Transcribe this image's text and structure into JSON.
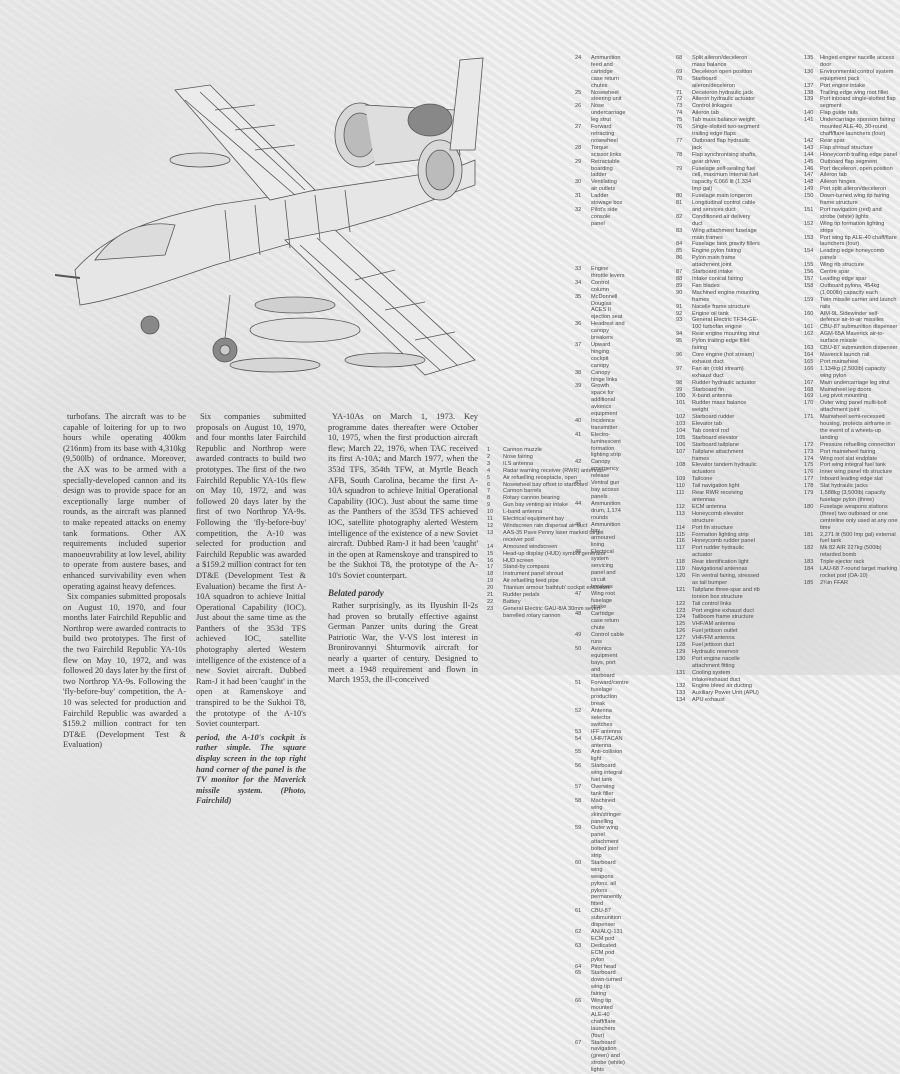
{
  "illustration": {
    "subject": "A-10 Thunderbolt II cutaway drawing",
    "label": "aircraft-cutaway"
  },
  "article": {
    "col1": [
      "turbofans. The aircraft was to be capable of loitering for up to two hours while operating 400km (216nm) from its base with 4,310kg (9,500lb) of ordnance. Moreover, the AX was to be armed with a specially-developed cannon and its design was to provide space for an exceptionally large number of rounds, as the aircraft was planned to make repeated attacks on enemy tank formations. Other AX requirements included superior manoeuvrability at low level, ability to operate from austere bases, and enhanced survivability even when operating against heavy defences.",
      "Six companies submitted proposals on August 10, 1970, and four months later Fairchild Republic and Northrop were awarded contracts to build two prototypes. The first of the two Fairchild Republic YA-10s flew on May 10, 1972, and was followed 20 days later by the first of two Northrop YA-9s. Following the 'fly-before-buy' competition, the A-10 was selected for production and Fairchild Republic was awarded a $159.2 million contract for ten DT&E (Development Test & Evaluation)"
    ],
    "col2": [
      "Six companies submitted proposals on August 10, 1970, and four months later Fairchild Republic and Northrop were awarded contracts to build two prototypes. The first of the two Fairchild Republic YA-10s flew on May 10, 1972, and was followed 20 days later by the first of two Northrop YA-9s. Following the 'fly-before-buy' competition, the A-10 was selected for production and Fairchild Republic was awarded a $159.2 million contract for ten DT&E (Development Test & Evaluation) became the first A-10A squadron to achieve Initial Operational Capability (IOC). Just about the same time as the Panthers of the 353d TFS achieved IOC, satellite photography alerted Western intelligence of the existence of a new Soviet aircraft. Dubbed Ram-J it had been 'caught' in the open at Ramenskoye and transpired to be the Sukhoi T8, the prototype of the A-10's Soviet counterpart."
    ],
    "caption": "period, the A-10's cockpit is rather simple. The square display screen in the top right hand corner of the panel is the TV monitor for the Maverick missile system. (Photo, Fairchild)",
    "col3": [
      "YA-10As on March 1, 1973. Key programme dates thereafter were October 10, 1975, when the first production aircraft flew; March 22, 1976, when TAC received its first A-10A; and March 1977, when the 353d TFS, 354th TFW, at Myrtle Beach AFB, South Carolina, became the first A-10A squadron to achieve Initial Operational Capability (IOC). Just about the same time as the Panthers of the 353d TFS achieved IOC, satellite photography alerted Western intelligence of the existence of a new Soviet aircraft. Dubbed Ram-J it had been 'caught' in the open at Ramenskoye and transpired to be the Sukhoi T8, the prototype of the A-10's Soviet counterpart."
    ],
    "subhead": "Belated parody",
    "col3b": "Rather surprisingly, as its Ilyushin Il-2s had proven so brutally effective against German Panzer units during the Great Patriotic War, the V-VS lost interest in Bronirovannyi Shturmovik aircraft for nearly a quarter of century. Designed to meet a 1948 requirement and flown in March 1953, the ill-conceived"
  },
  "legend": {
    "col1": [
      [
        "1",
        "Cannon muzzle"
      ],
      [
        "2",
        "Nose fairing"
      ],
      [
        "3",
        "ILS antenna"
      ],
      [
        "4",
        "Radar warning receiver (RWR) antennas"
      ],
      [
        "5",
        "Air refuelling receptacle, open"
      ],
      [
        "6",
        "Nosewheel bay offset to starboard"
      ],
      [
        "7",
        "Cannon barrels"
      ],
      [
        "8",
        "Rotary cannon bearing"
      ],
      [
        "9",
        "Gun bay venting air intake"
      ],
      [
        "10",
        "L-band antenna"
      ],
      [
        "11",
        "Electrical equipment bay"
      ],
      [
        "12",
        "Windscreen rain dispersal air duct"
      ],
      [
        "13",
        "AAS-35 Pave Penny laser marked target receiver pod"
      ],
      [
        "14",
        "Armoured windscreen"
      ],
      [
        "15",
        "Head-up display (HUD) symbol generator"
      ],
      [
        "16",
        "HUD screen"
      ],
      [
        "17",
        "Stand-by compass"
      ],
      [
        "18",
        "Instrument panel shroud"
      ],
      [
        "19",
        "Air refuelling feed pipe"
      ],
      [
        "20",
        "Titanium armour 'bathtub' cockpit enclosure"
      ],
      [
        "21",
        "Rudder pedals"
      ],
      [
        "22",
        "Battery"
      ],
      [
        "23",
        "General Electric GAU-8/A 30mm seven-barrelled rotary cannon"
      ]
    ],
    "col2": [
      [
        "24",
        "Ammunition feed and cartridge case return chutes"
      ],
      [
        "25",
        "Nosewheel steering unit"
      ],
      [
        "26",
        "Nose undercarriage leg strut"
      ],
      [
        "27",
        "Forward retracting nosewheel"
      ],
      [
        "28",
        "Torque scissor links"
      ],
      [
        "29",
        "Retractable boarding ladder"
      ],
      [
        "30",
        "Ventilating air outlets"
      ],
      [
        "31",
        "Ladder stowage box"
      ],
      [
        "32",
        "Pilot's side console panel"
      ]
    ],
    "col2b": [
      [
        "33",
        "Engine throttle levers"
      ],
      [
        "34",
        "Control column"
      ],
      [
        "35",
        "McDonnell Douglas ACES II ejection seat"
      ],
      [
        "36",
        "Headrest and canopy breakers"
      ],
      [
        "37",
        "Upward hinging cockpit canopy"
      ],
      [
        "38",
        "Canopy hinge links"
      ],
      [
        "39",
        "Growth space for additional avionics equipment"
      ],
      [
        "40",
        "Incidence transmitter"
      ],
      [
        "41",
        "Electro-luminescent formation lighting strip"
      ],
      [
        "42",
        "Canopy emergency release"
      ],
      [
        "43",
        "Ventral gun bay access panels"
      ],
      [
        "44",
        "Ammunition drum, 1,174 rounds"
      ],
      [
        "45",
        "Ammunition bay armoured lining"
      ],
      [
        "46",
        "Electrical system servicing panel and circuit breakers"
      ],
      [
        "47",
        "Wing root fuselage strake"
      ],
      [
        "48",
        "Cartridge case return chute"
      ],
      [
        "49",
        "Control cable runs"
      ],
      [
        "50",
        "Avionics equipment bays, port and starboard"
      ],
      [
        "51",
        "Forward/centre fuselage production break"
      ],
      [
        "52",
        "Antenna selector switches"
      ],
      [
        "53",
        "IFF antenna"
      ],
      [
        "54",
        "UHF/TACAN antenna"
      ],
      [
        "55",
        "Anti-collision light"
      ],
      [
        "56",
        "Starboard wing integral fuel tank"
      ],
      [
        "57",
        "Overwing tank filler"
      ],
      [
        "58",
        "Machined wing skin/stringer panelling"
      ],
      [
        "59",
        "Outer wing panel attachment bolted joint strip"
      ],
      [
        "60",
        "Starboard wing weapons pylons, all pylons permanently fitted"
      ],
      [
        "61",
        "CBU-87 submunition dispenser"
      ],
      [
        "62",
        "AN/ALQ-131 ECM pod"
      ],
      [
        "63",
        "Dedicated ECM pod pylon"
      ],
      [
        "64",
        "Pitot head"
      ],
      [
        "65",
        "Starboard down-turned wing tip fairing"
      ],
      [
        "66",
        "Wing tip mounted ALE-40 chaff/flare launchers (four)"
      ],
      [
        "67",
        "Starboard navigation (green) and strobe (white) lights"
      ]
    ],
    "col3": [
      [
        "68",
        "Split aileron/deceleron mass balance"
      ],
      [
        "69",
        "Deceleron open position"
      ],
      [
        "70",
        "Starboard aileron/deceleron"
      ],
      [
        "71",
        "Deceleron hydraulic jack"
      ],
      [
        "72",
        "Aileron hydraulic actuator"
      ],
      [
        "73",
        "Control linkages"
      ],
      [
        "74",
        "Aileron tab"
      ],
      [
        "75",
        "Tab mass balance weight"
      ],
      [
        "76",
        "Single-slotted two-segment trailing edge flaps"
      ],
      [
        "77",
        "Outboard flap hydraulic jack"
      ],
      [
        "78",
        "Flap synchronising shafts, gear driven"
      ],
      [
        "79",
        "Fuselage self-sealing fuel cell, maximum internal fuel capacity 6,066 lit (1,334 Imp gal)"
      ],
      [
        "80",
        "Fuselage main longeron"
      ],
      [
        "81",
        "Longitudinal control cable and services duct"
      ],
      [
        "82",
        "Conditioned air delivery duct"
      ],
      [
        "83",
        "Wing attachment fuselage main frames"
      ],
      [
        "84",
        "Fuselage tank gravity fillers"
      ],
      [
        "85",
        "Engine pylon fairing"
      ],
      [
        "86",
        "Pylon main frame attachment joint"
      ],
      [
        "87",
        "Starboard intake"
      ],
      [
        "88",
        "Intake conical fairing"
      ],
      [
        "89",
        "Fan blades"
      ],
      [
        "90",
        "Machined engine mounting frames"
      ],
      [
        "91",
        "Nacelle frame structure"
      ],
      [
        "92",
        "Engine oil tank"
      ],
      [
        "93",
        "General Electric TF34-GE-100 turbofan engine"
      ],
      [
        "94",
        "Rear engine mounting strut"
      ],
      [
        "95",
        "Pylon trailing edge fillet fairing"
      ],
      [
        "96",
        "Core engine (hot stream) exhaust duct"
      ],
      [
        "97",
        "Fan air (cold stream) exhaust duct"
      ],
      [
        "98",
        "Rudder hydraulic actuator"
      ],
      [
        "99",
        "Starboard fin"
      ],
      [
        "100",
        "X-band antenna"
      ],
      [
        "101",
        "Rudder mass balance weight"
      ],
      [
        "102",
        "Starboard rudder"
      ],
      [
        "103",
        "Elevator tab"
      ],
      [
        "104",
        "Tab control rod"
      ],
      [
        "105",
        "Starboard elevator"
      ],
      [
        "106",
        "Starboard tailplane"
      ],
      [
        "107",
        "Tailplane attachment frames"
      ],
      [
        "108",
        "Elevator tandem hydraulic actuators"
      ],
      [
        "109",
        "Tailcone"
      ],
      [
        "110",
        "Tail navigation light"
      ],
      [
        "111",
        "Rear RWR receiving antennas"
      ],
      [
        "112",
        "ECM antenna"
      ],
      [
        "113",
        "Honeycomb elevator structure"
      ],
      [
        "114",
        "Port fin structure"
      ],
      [
        "115",
        "Formation lighting strip"
      ],
      [
        "116",
        "Honeycomb rudder panel"
      ],
      [
        "117",
        "Port rudder hydraulic actuator"
      ],
      [
        "118",
        "Rear identification light"
      ],
      [
        "119",
        "Navigational antennas"
      ],
      [
        "120",
        "Fin ventral fairing, stressed as tail bumper"
      ],
      [
        "121",
        "Tailplane three-spar and rib torsion box structure"
      ],
      [
        "122",
        "Tail control links"
      ],
      [
        "123",
        "Port engine exhaust duct"
      ],
      [
        "124",
        "Tailboom frame structure"
      ],
      [
        "125",
        "VHF/AM antenna"
      ],
      [
        "126",
        "Fuel jettison outlet"
      ],
      [
        "127",
        "VHF/FM antenna"
      ],
      [
        "128",
        "Fuel jettison duct"
      ],
      [
        "129",
        "Hydraulic reservoir"
      ],
      [
        "130",
        "Port engine nacelle attachment fitting"
      ],
      [
        "131",
        "Cooling system intake/exhaust duct"
      ],
      [
        "132",
        "Engine bleed air ducting"
      ],
      [
        "133",
        "Auxiliary Power Unit (APU)"
      ],
      [
        "134",
        "APU exhaust"
      ]
    ],
    "col4": [
      [
        "135",
        "Hinged engine nacelle access door"
      ],
      [
        "136",
        "Environmental control system equipment pack"
      ],
      [
        "137",
        "Port engine intake"
      ],
      [
        "138",
        "Trailing edge wing root fillet"
      ],
      [
        "139",
        "Port inboard single-slotted flap segment"
      ],
      [
        "140",
        "Flap guide rails"
      ],
      [
        "141",
        "Undercarriage sponson fairing mounted ALE-40, 30-round chaff/flare launchers (four)"
      ],
      [
        "142",
        "Rear spar"
      ],
      [
        "143",
        "Flap shroud structure"
      ],
      [
        "144",
        "Honeycomb trailing edge panel"
      ],
      [
        "145",
        "Outboard flap segment"
      ],
      [
        "146",
        "Port deceleron, open position"
      ],
      [
        "147",
        "Aileron tab"
      ],
      [
        "148",
        "Aileron hinges"
      ],
      [
        "149",
        "Port split aileron/deceleron"
      ],
      [
        "150",
        "Down-turned wing tip fairing frame structure"
      ],
      [
        "151",
        "Port navigation (red) and strobe (white) lights"
      ],
      [
        "152",
        "Wing tip formation lighting strips"
      ],
      [
        "153",
        "Port wing tip ALE-40 chaff/flare launchers (four)"
      ],
      [
        "154",
        "Leading edge honeycomb panels"
      ],
      [
        "155",
        "Wing rib structure"
      ],
      [
        "156",
        "Centre spar"
      ],
      [
        "157",
        "Leading edge spar"
      ],
      [
        "158",
        "Outboard pylons, 454kg (1,000lb) capacity each"
      ],
      [
        "159",
        "Twin missile carrier and launch rails"
      ],
      [
        "160",
        "AIM-9L Sidewinder self-defence air-to-air missiles"
      ],
      [
        "161",
        "CBU-87 submunition dispenser"
      ],
      [
        "162",
        "AGM-65A Maverick air-to-surface missile"
      ],
      [
        "163",
        "CBU-87 submunition dispenser"
      ],
      [
        "164",
        "Maverick launch rail"
      ],
      [
        "165",
        "Port mainwheel"
      ],
      [
        "166",
        "1,134kg (2,500lb) capacity wing pylon"
      ],
      [
        "167",
        "Main undercarriage leg strut"
      ],
      [
        "168",
        "Mainwheel leg doors"
      ],
      [
        "169",
        "Leg pivot mounting"
      ],
      [
        "170",
        "Outer wing panel multi-bolt attachment joint"
      ],
      [
        "171",
        "Mainwheel semi-recessed housing, protects airframe in the event of a wheels-up landing"
      ],
      [
        "172",
        "Pressure refuelling connection"
      ],
      [
        "173",
        "Port mainwheel fairing"
      ],
      [
        "174",
        "Wing root slat endplate"
      ],
      [
        "175",
        "Port wing integral fuel tank"
      ],
      [
        "176",
        "Inner wing panel rib structure"
      ],
      [
        "177",
        "Inboard leading edge slat"
      ],
      [
        "178",
        "Slat hydraulic jacks"
      ],
      [
        "179",
        "1,588kg (3,500lb) capacity fuselage pylon (three)"
      ],
      [
        "180",
        "Fuselage weapons stations (three) two outboard or one centreline only used at any one time"
      ],
      [
        "181",
        "2,271 lit (500 Imp gal) external fuel tank"
      ],
      [
        "182",
        "Mk 82 AIR 227kg (500lb) retarded bomb"
      ],
      [
        "183",
        "Triple ejector rack"
      ],
      [
        "184",
        "LAU-68 7-round target marking rocket pod (OA-10)"
      ],
      [
        "185",
        "2¾in FFAR"
      ]
    ]
  }
}
